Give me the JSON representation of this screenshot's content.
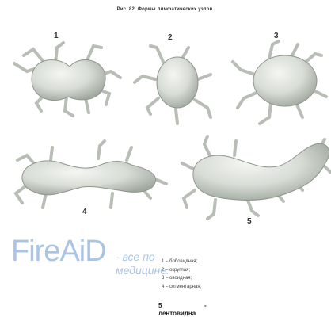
{
  "figure": {
    "title": "Рис. 82. Формы лимфатических узлов.",
    "numbers": [
      "1",
      "2",
      "3",
      "4",
      "5"
    ]
  },
  "watermark": {
    "logo": "FireAiD",
    "line1": "- все по",
    "line2": "медицине."
  },
  "legend": {
    "items": [
      "1 – бобовидная;",
      "2 – округлая;",
      "3 – овоидная;",
      "4 – сегментарная;"
    ],
    "item5_num": "5",
    "item5_dash": "-",
    "item5_text": "лентовидна"
  },
  "colors": {
    "node_fill": "#d8ddd6",
    "node_shadow": "#9fa79e",
    "watermark": "#a9c4e4"
  }
}
